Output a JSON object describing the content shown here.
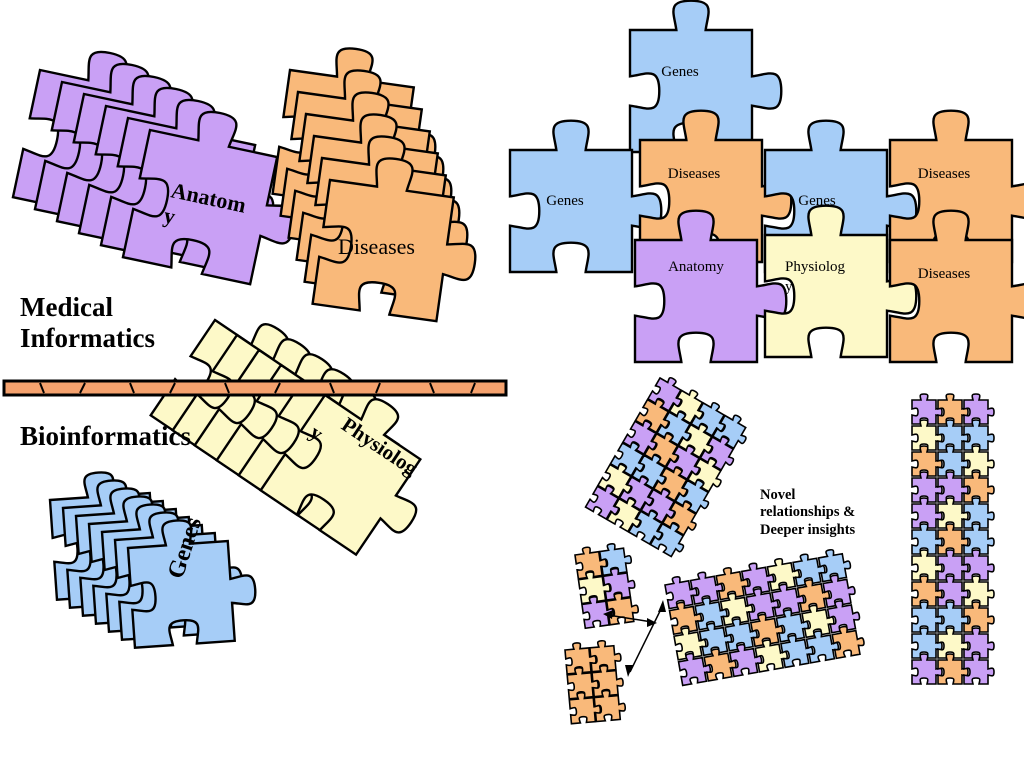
{
  "colors": {
    "anatomy": "#c9a0f5",
    "diseases": "#f9b97a",
    "physiology": "#fdf9c8",
    "genes": "#a6cdf7",
    "divider": "#f5a26e",
    "outline": "#000000"
  },
  "left_stacks": {
    "anatomy_label": [
      "Anatom",
      "y"
    ],
    "diseases_label": "Diseases",
    "physiology_label": [
      "Physiolog",
      "y"
    ],
    "genes_label": "Genes"
  },
  "sidebar": {
    "medical_informatics": [
      "Medical",
      "Informatics"
    ],
    "bioinformatics": "Bioinformatics"
  },
  "assembled_puzzle": {
    "pieces": [
      {
        "label": "Genes"
      },
      {
        "label": "Genes"
      },
      {
        "label": "Diseases"
      },
      {
        "label": "Genes"
      },
      {
        "label": "Diseases"
      },
      {
        "label": "Anatomy"
      },
      {
        "label": "Physiolog\ny"
      },
      {
        "label": "Diseases"
      }
    ]
  },
  "annotation": {
    "lines": [
      "Novel",
      "relationships &",
      "Deeper insights"
    ]
  },
  "icons": [
    "puzzle-piece-icon",
    "double-arrow-icon"
  ]
}
